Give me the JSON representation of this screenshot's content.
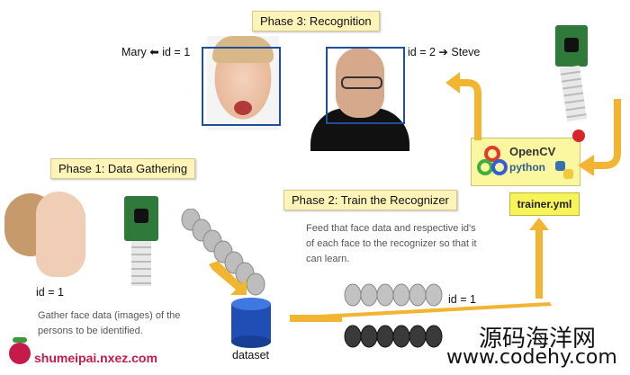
{
  "phases": {
    "recognition": "Phase 3: Recognition",
    "gathering": "Phase 1: Data Gathering",
    "training": "Phase 2: Train the Recognizer"
  },
  "recognition": {
    "left_label_name": "Mary",
    "left_label_id": "id = 1",
    "right_label_id": "id = 2",
    "right_label_name": "Steve"
  },
  "gathering": {
    "id_label": "id = 1",
    "note": "Gather face data (images) of the persons to be identified."
  },
  "training": {
    "note": "Feed that face data and respective id's of each face to the recognizer so that it can learn.",
    "id_label": "id = 1"
  },
  "dataset_label": "dataset",
  "opencv": {
    "name": "OpenCV",
    "python": "python"
  },
  "trainer_label": "trainer.yml",
  "branding": {
    "site": "shumeipai.nxez.com"
  },
  "watermark": {
    "chinese": "源码海洋网",
    "url": "www.codehy.com"
  },
  "colors": {
    "arrow": "#f2b531",
    "box_border": "#1d4f9c",
    "phase_bg": "#fff4b8",
    "trainer_bg": "#fbf7a0"
  }
}
